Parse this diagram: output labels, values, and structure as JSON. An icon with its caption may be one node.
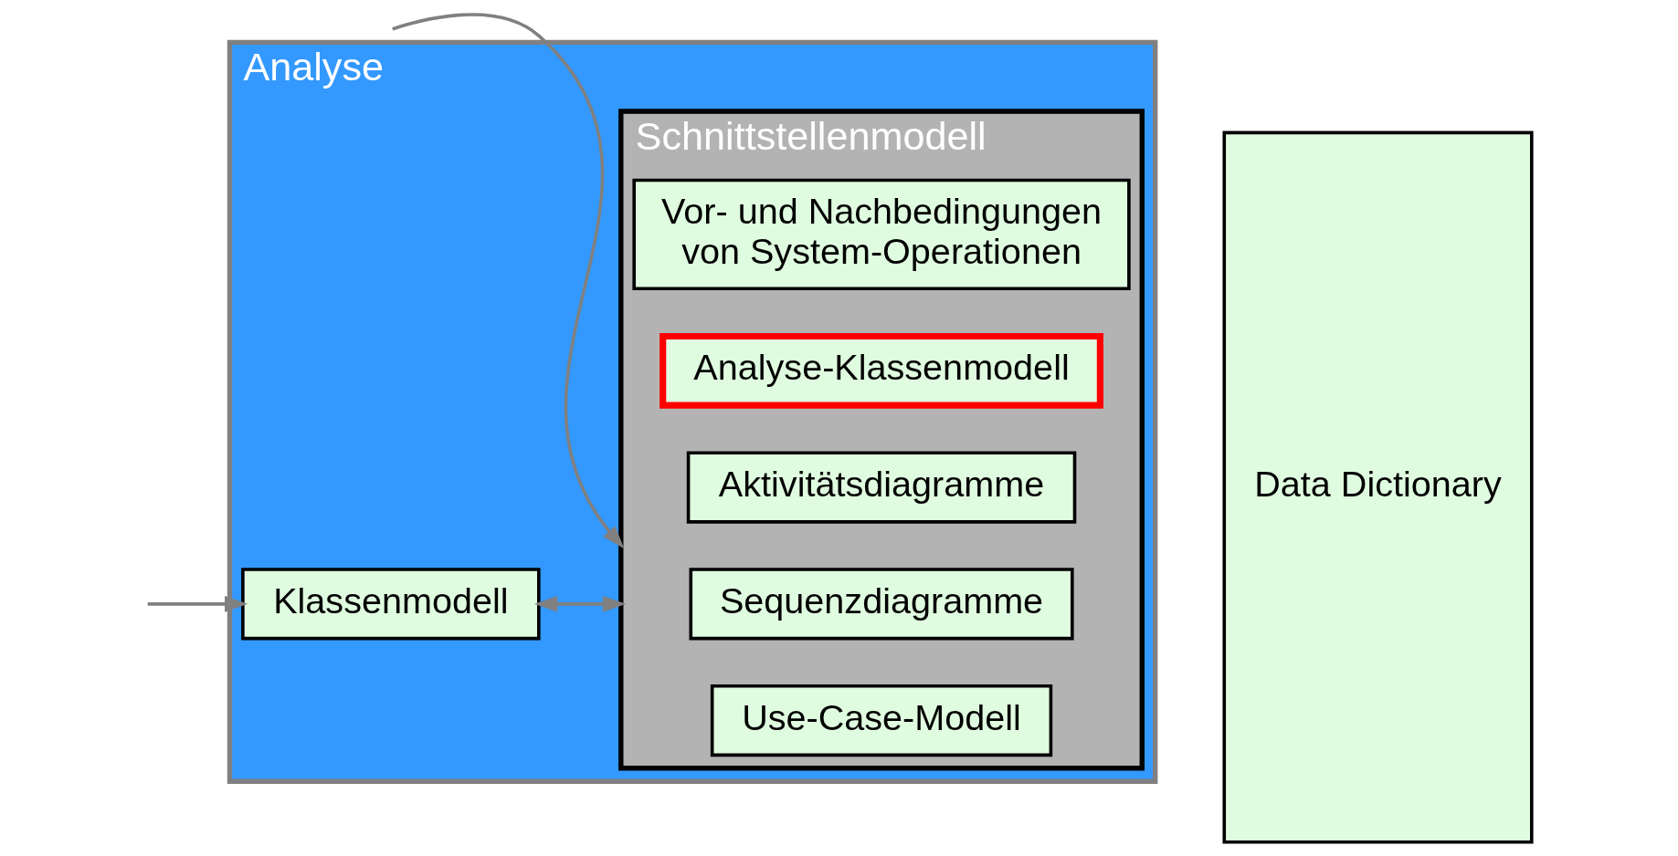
{
  "diagram": {
    "nodes": [
      {
        "text": [
          "Analyse"
        ]
      },
      {
        "text": [
          "Klassenmodell"
        ],
        "in": 0
      },
      {
        "text": [
          "Schnittstellenmodell"
        ],
        "in": 0
      },
      {
        "text": [
          "Use-Case-Modell"
        ],
        "in": 2
      },
      {
        "text": [
          "Sequenzdiagramme"
        ],
        "in": 2
      },
      {
        "text": [
          "Aktivitätsdiagramme"
        ],
        "in": 2
      },
      {
        "text": [
          "Analyse-Klassenmodell"
        ],
        "in": 2
      },
      {
        "text": [
          "Vor- und Nachbedingungen von System-Operationen"
        ],
        "in": 2
      },
      {
        "text": [
          "Data Dictionary"
        ]
      }
    ],
    "edges": [
      {
        "from": null,
        "to": 1,
        "arrow": "to"
      },
      {
        "from": null,
        "to": 2,
        "arrow": "to"
      },
      {
        "from": 1,
        "to": 2,
        "arrow": "both"
      }
    ]
  }
}
